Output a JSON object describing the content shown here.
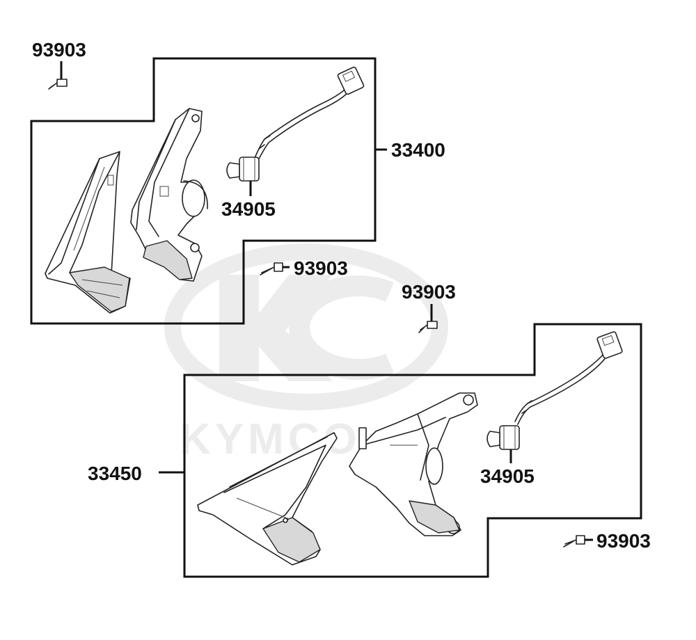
{
  "watermark": {
    "brand": "KYMCO"
  },
  "groups": {
    "upper": {
      "assembly_no": "33400",
      "bulb_no": "34905"
    },
    "lower": {
      "assembly_no": "33450",
      "bulb_no": "34905"
    }
  },
  "screws": {
    "top_left": "93903",
    "upper_right": "93903",
    "middle": "93903",
    "bottom_right": "93903"
  }
}
